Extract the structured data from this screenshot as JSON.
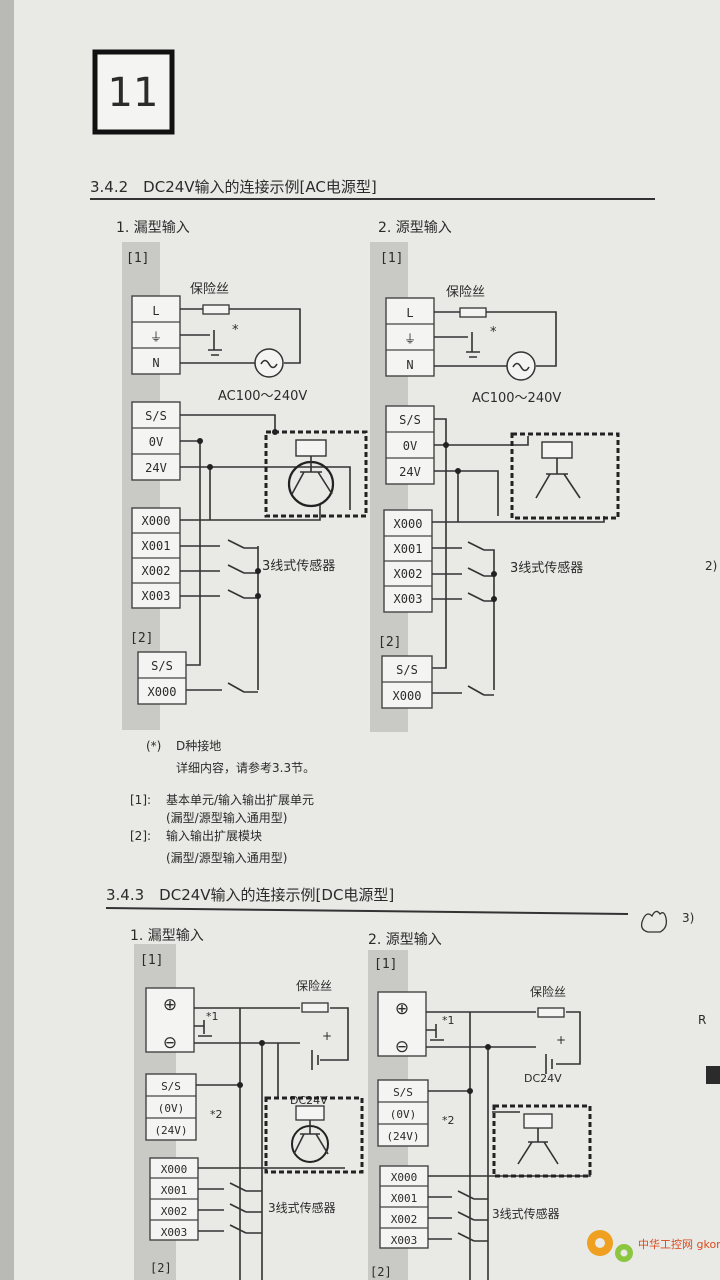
{
  "chapter_number": "11",
  "section_ac": {
    "title": "3.4.2　DC24V输入的连接示例[AC电源型]",
    "sink": {
      "heading": "1. 漏型输入",
      "unit1": "[1]",
      "unit2": "[2]",
      "power_terminals": [
        "L",
        "⏚",
        "N"
      ],
      "fuse": "保险丝",
      "star": "*",
      "ac": "AC100～240V",
      "common_terminals": [
        "S/S",
        "0V",
        "24V"
      ],
      "inputs": [
        "X000",
        "X001",
        "X002",
        "X003"
      ],
      "sensor": "3线式传感器",
      "ext_terminals": [
        "S/S",
        "X000"
      ]
    },
    "source": {
      "heading": "2. 源型输入",
      "unit1": "[1]",
      "unit2": "[2]",
      "power_terminals": [
        "L",
        "⏚",
        "N"
      ],
      "fuse": "保险丝",
      "star": "*",
      "ac": "AC100～240V",
      "common_terminals": [
        "S/S",
        "0V",
        "24V"
      ],
      "inputs": [
        "X000",
        "X001",
        "X002",
        "X003"
      ],
      "sensor": "3线式传感器",
      "ext_terminals": [
        "S/S",
        "X000"
      ]
    },
    "notes": {
      "ground_mark": "(*)",
      "ground": "D种接地",
      "ground_ref": "详细内容，请参考3.3节。",
      "n1_label": "[1]:",
      "n1_text": "基本单元/输入输出扩展单元",
      "n1_sub": "(漏型/源型输入通用型)",
      "n2_label": "[2]:",
      "n2_text": "输入输出扩展模块",
      "n2_sub": "(漏型/源型输入通用型)"
    }
  },
  "section_dc": {
    "title": "3.4.3　DC24V输入的连接示例[DC电源型]",
    "sink": {
      "heading": "1. 漏型输入",
      "unit1": "[1]",
      "unit2": "[2]",
      "power_terminals": [
        "⊕",
        "⊖"
      ],
      "ground_note": "*1",
      "fuse": "保险丝",
      "dc": "DC24V",
      "plus": "+",
      "common_terminals": [
        "S/S",
        "(0V)",
        "(24V)"
      ],
      "common_note": "*2",
      "inputs": [
        "X000",
        "X001",
        "X002",
        "X003"
      ],
      "sensor": "3线式传感器"
    },
    "source": {
      "heading": "2. 源型输入",
      "unit1": "[1]",
      "unit2": "[2]",
      "power_terminals": [
        "⊕",
        "⊖"
      ],
      "ground_note": "*1",
      "fuse": "保险丝",
      "dc": "DC24V",
      "plus": "+",
      "common_terminals": [
        "S/S",
        "(0V)",
        "(24V)"
      ],
      "common_note": "*2",
      "inputs": [
        "X000",
        "X001",
        "X002",
        "X003"
      ],
      "sensor": "3线式传感器"
    }
  },
  "margin_texts": [
    "2)",
    "3)",
    "R"
  ],
  "watermark": "中华工控网 gkong.com"
}
